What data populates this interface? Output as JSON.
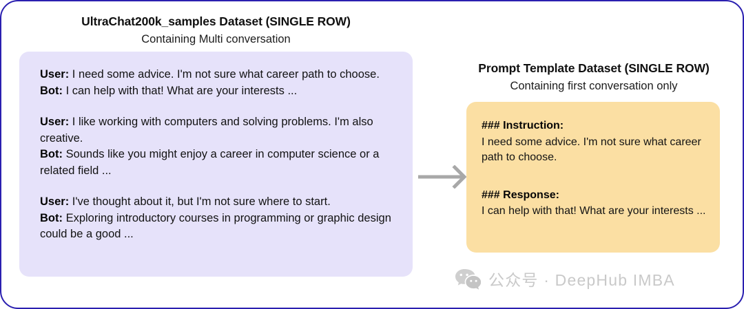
{
  "diagram": {
    "type": "transformation-flow",
    "border_color": "#2a1fb0",
    "background": "#ffffff"
  },
  "left_panel": {
    "title": "UltraChat200k_samples Dataset (SINGLE ROW)",
    "subtitle": "Containing Multi conversation",
    "box_color": "#e6e2fa",
    "conversations": [
      {
        "user_label": "User:",
        "user_text": " I need some advice. I'm not sure what career path to choose.",
        "bot_label": "Bot:",
        "bot_text": " I can help with that! What are your interests ..."
      },
      {
        "user_label": "User:",
        "user_text": " I like working with computers and solving problems. I'm also creative.",
        "bot_label": "Bot:",
        "bot_text": " Sounds like you might enjoy a career in computer science or a related field ..."
      },
      {
        "user_label": "User:",
        "user_text": " I've thought about it, but I'm not sure where to start.",
        "bot_label": "Bot:",
        "bot_text": " Exploring introductory courses in programming or graphic design could be a good ..."
      }
    ]
  },
  "arrow": {
    "icon": "arrow-right-icon",
    "color": "#a8a8a8"
  },
  "right_panel": {
    "title": "Prompt Template Dataset (SINGLE ROW)",
    "subtitle": "Containing first conversation only",
    "box_color": "#fbdfa3",
    "sections": [
      {
        "heading": "### Instruction:",
        "body": "I need some advice. I'm not sure what career path to choose."
      },
      {
        "heading": "### Response:",
        "body": "I can help with that! What are your interests ..."
      }
    ]
  },
  "watermark": {
    "icon": "wechat-icon",
    "text": "公众号 · DeepHub IMBA",
    "color": "#c9c9c9"
  }
}
